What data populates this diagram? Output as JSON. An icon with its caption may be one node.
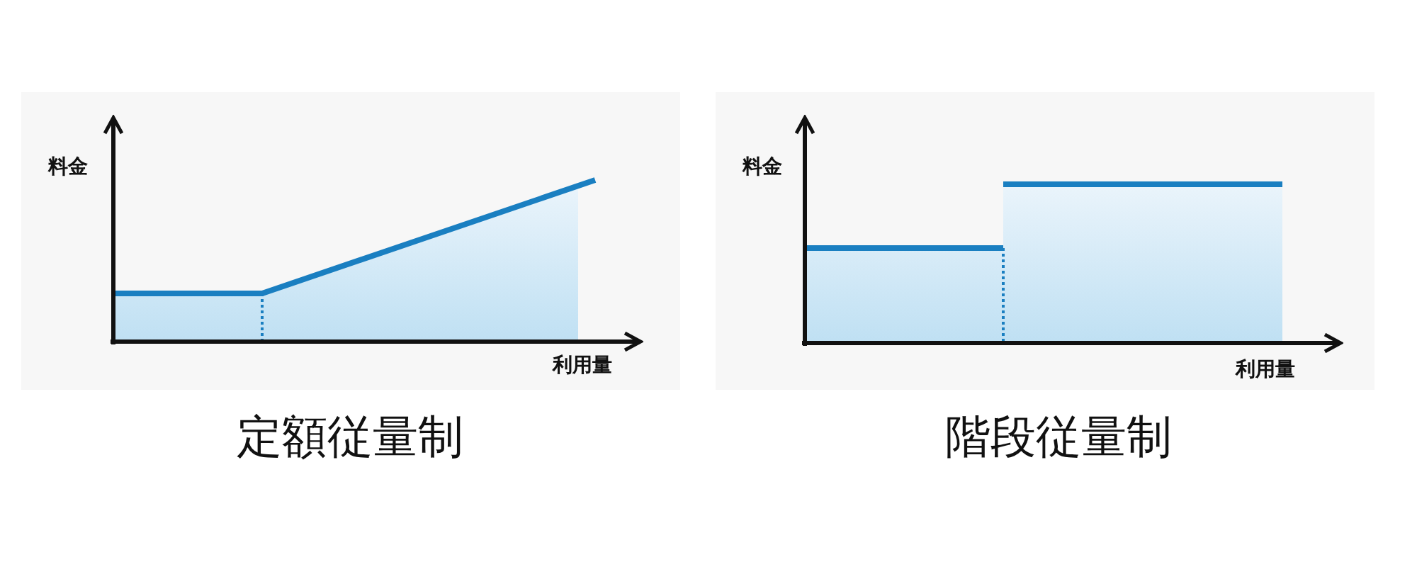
{
  "diagram": {
    "labels": [
      "料金",
      "利用量",
      "定額従量制",
      "料金",
      "利用量",
      "階段従量制"
    ]
  }
}
